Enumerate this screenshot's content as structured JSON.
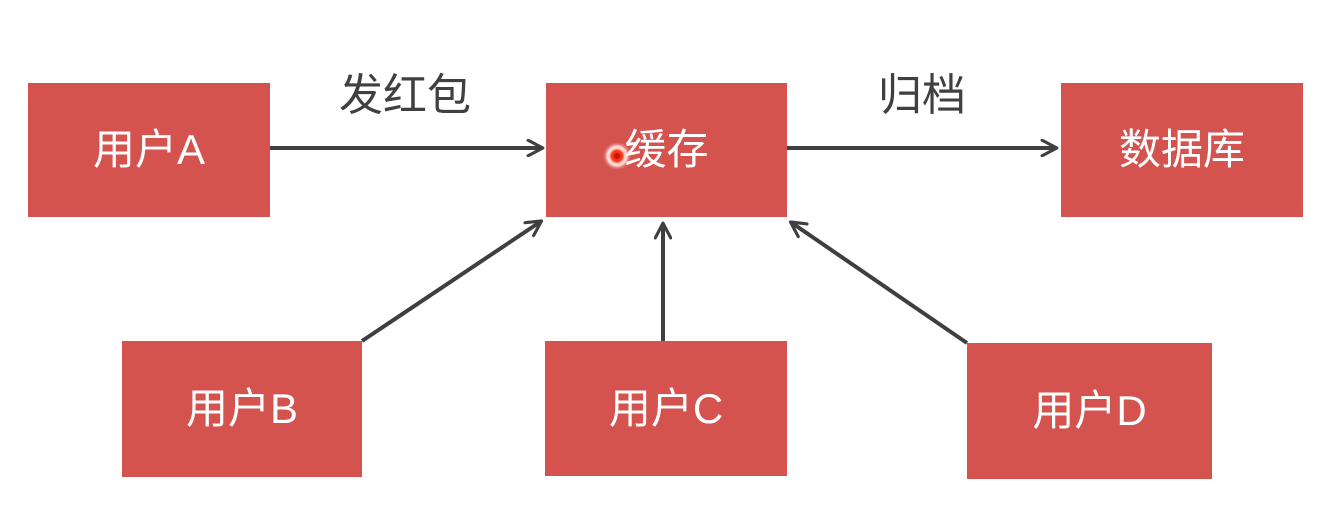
{
  "diagram": {
    "nodes": [
      {
        "id": "user-a",
        "label": "用户A"
      },
      {
        "id": "cache",
        "label": "缓存"
      },
      {
        "id": "database",
        "label": "数据库"
      },
      {
        "id": "user-b",
        "label": "用户B"
      },
      {
        "id": "user-c",
        "label": "用户C"
      },
      {
        "id": "user-d",
        "label": "用户D"
      }
    ],
    "edges": [
      {
        "from": "user-a",
        "to": "cache",
        "label": "发红包"
      },
      {
        "from": "cache",
        "to": "database",
        "label": "归档"
      },
      {
        "from": "user-b",
        "to": "cache",
        "label": ""
      },
      {
        "from": "user-c",
        "to": "cache",
        "label": ""
      },
      {
        "from": "user-d",
        "to": "cache",
        "label": ""
      }
    ],
    "colors": {
      "node_fill": "#d5534f",
      "node_text": "#ffffff",
      "arrow": "#3f3f3f",
      "edge_label_text": "#404040",
      "background": "#ffffff",
      "laser_dot": "#ff3517"
    }
  }
}
